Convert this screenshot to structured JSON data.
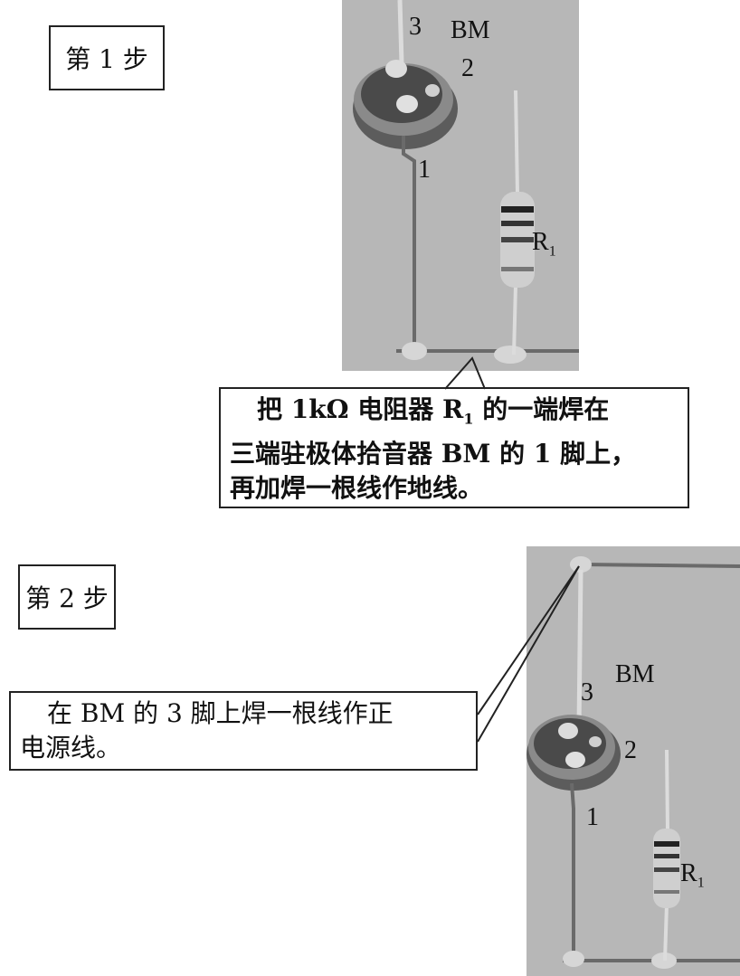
{
  "step1": {
    "title": "第 1 步",
    "labels": {
      "pin3": "3",
      "bm": "BM",
      "pin2": "2",
      "pin1": "1",
      "r": "R",
      "r_sub": "1"
    },
    "callout_lines": [
      "把 1kΩ 电阻器 R",
      "1",
      " 的一端焊在",
      "三端驻极体拾音器 BM 的 1 脚上，",
      "再加焊一根线作地线。"
    ]
  },
  "step2": {
    "title": "第 2 步",
    "labels": {
      "pin3": "3",
      "bm": "BM",
      "pin2": "2",
      "pin1": "1",
      "r": "R",
      "r_sub": "1"
    },
    "callout_lines": [
      "在 BM 的 3 脚上焊一根线作正",
      "电源线。"
    ]
  }
}
